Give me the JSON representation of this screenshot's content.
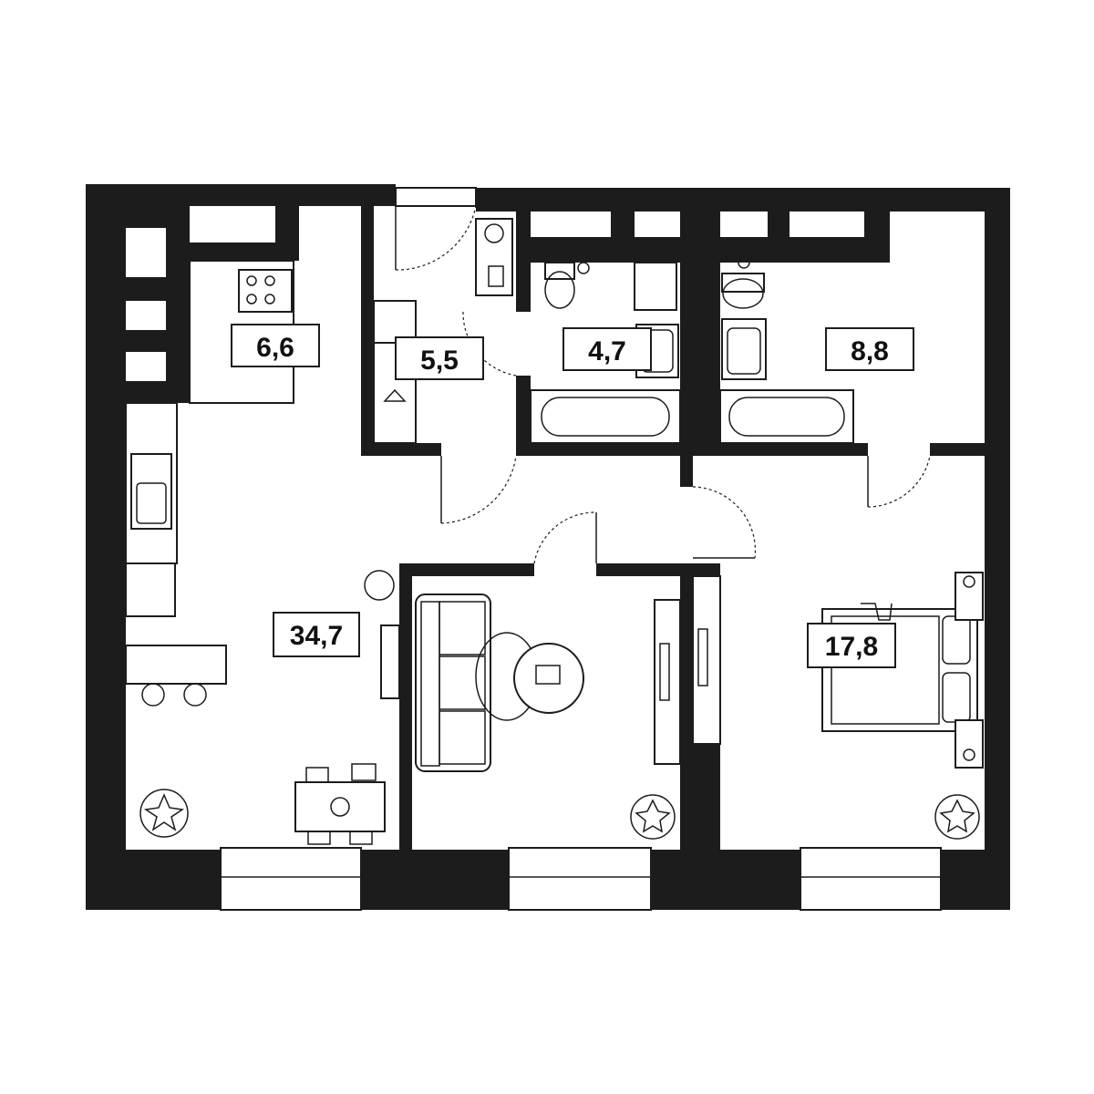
{
  "colors": {
    "wall": "#1c1c1c",
    "ink": "#1c1c1c",
    "paper": "#ffffff"
  },
  "rooms": [
    {
      "id": "kitchen",
      "area": "6,6"
    },
    {
      "id": "hallway",
      "area": "5,5"
    },
    {
      "id": "bathroom-1",
      "area": "4,7"
    },
    {
      "id": "bathroom-2",
      "area": "8,8"
    },
    {
      "id": "living",
      "area": "34,7"
    },
    {
      "id": "bedroom",
      "area": "17,8"
    }
  ],
  "icons": [
    "stove-icon",
    "sink-icon",
    "bathtub-icon",
    "toilet-icon",
    "sofa-icon",
    "bed-icon",
    "plant-icon",
    "dining-table-icon",
    "chair-icon",
    "tv-icon",
    "hanger-icon",
    "door-swing-icon",
    "window-icon"
  ]
}
